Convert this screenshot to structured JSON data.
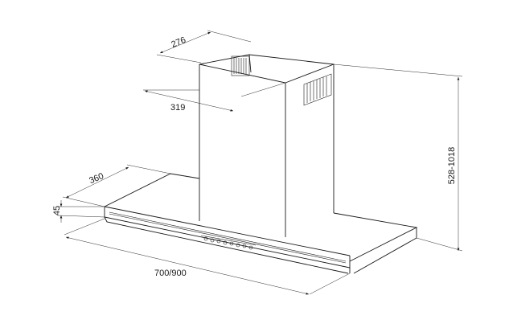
{
  "dimensions": {
    "chimney_depth": "276",
    "chimney_width": "319",
    "canopy_depth": "360",
    "canopy_height": "45",
    "canopy_width": "700/900",
    "total_height": "528-1018"
  },
  "control_buttons": 8
}
